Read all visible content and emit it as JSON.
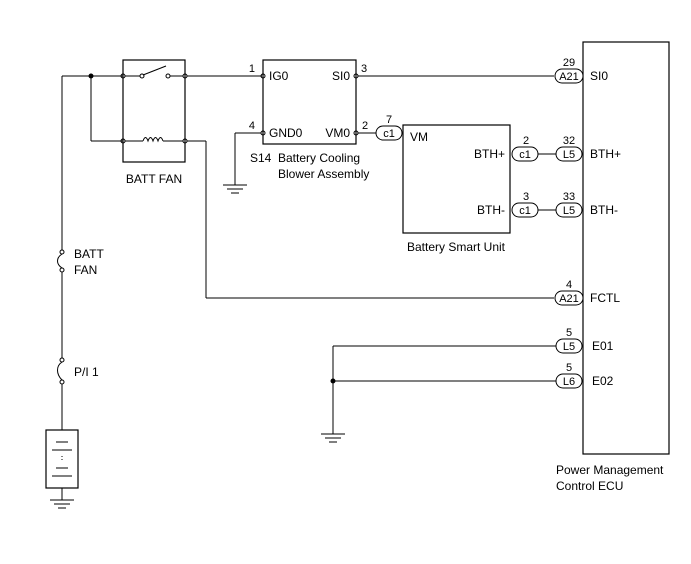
{
  "components": {
    "relay": {
      "label": "BATT FAN"
    },
    "blower": {
      "code": "S14",
      "label_line1": "Battery Cooling",
      "label_line2": "Blower Assembly",
      "pins": {
        "ig0": {
          "num": "1",
          "name": "IG0"
        },
        "si0": {
          "num": "3",
          "name": "SI0"
        },
        "gnd0": {
          "num": "4",
          "name": "GND0"
        },
        "vm0": {
          "num": "2",
          "name": "VM0"
        }
      }
    },
    "smart_unit": {
      "label": "Battery Smart Unit",
      "pins": {
        "vm": {
          "num": "7",
          "conn": "c1",
          "name": "VM"
        },
        "bth_plus": {
          "num": "2",
          "conn": "c1",
          "name": "BTH+"
        },
        "bth_minus": {
          "num": "3",
          "conn": "c1",
          "name": "BTH-"
        }
      }
    },
    "ecu": {
      "label_line1": "Power Management",
      "label_line2": "Control ECU",
      "pins": {
        "si0": {
          "num": "29",
          "conn": "A21",
          "name": "SI0"
        },
        "bth_plus": {
          "num": "32",
          "conn": "L5",
          "name": "BTH+"
        },
        "bth_minus": {
          "num": "33",
          "conn": "L5",
          "name": "BTH-"
        },
        "fctl": {
          "num": "4",
          "conn": "A21",
          "name": "FCTL"
        },
        "e01": {
          "num": "5",
          "conn": "L5",
          "name": "E01"
        },
        "e02": {
          "num": "5",
          "conn": "L6",
          "name": "E02"
        }
      }
    },
    "fuses": {
      "batt_fan_line1": "BATT",
      "batt_fan_line2": "FAN",
      "pi1": "P/I 1"
    }
  }
}
